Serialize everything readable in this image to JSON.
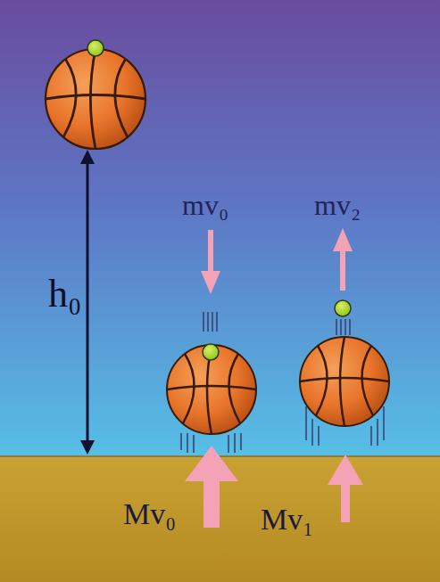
{
  "diagram": {
    "labels": [
      "h₀",
      "mv₀",
      "mv₂",
      "Mv₀",
      "Mv₁"
    ]
  }
}
